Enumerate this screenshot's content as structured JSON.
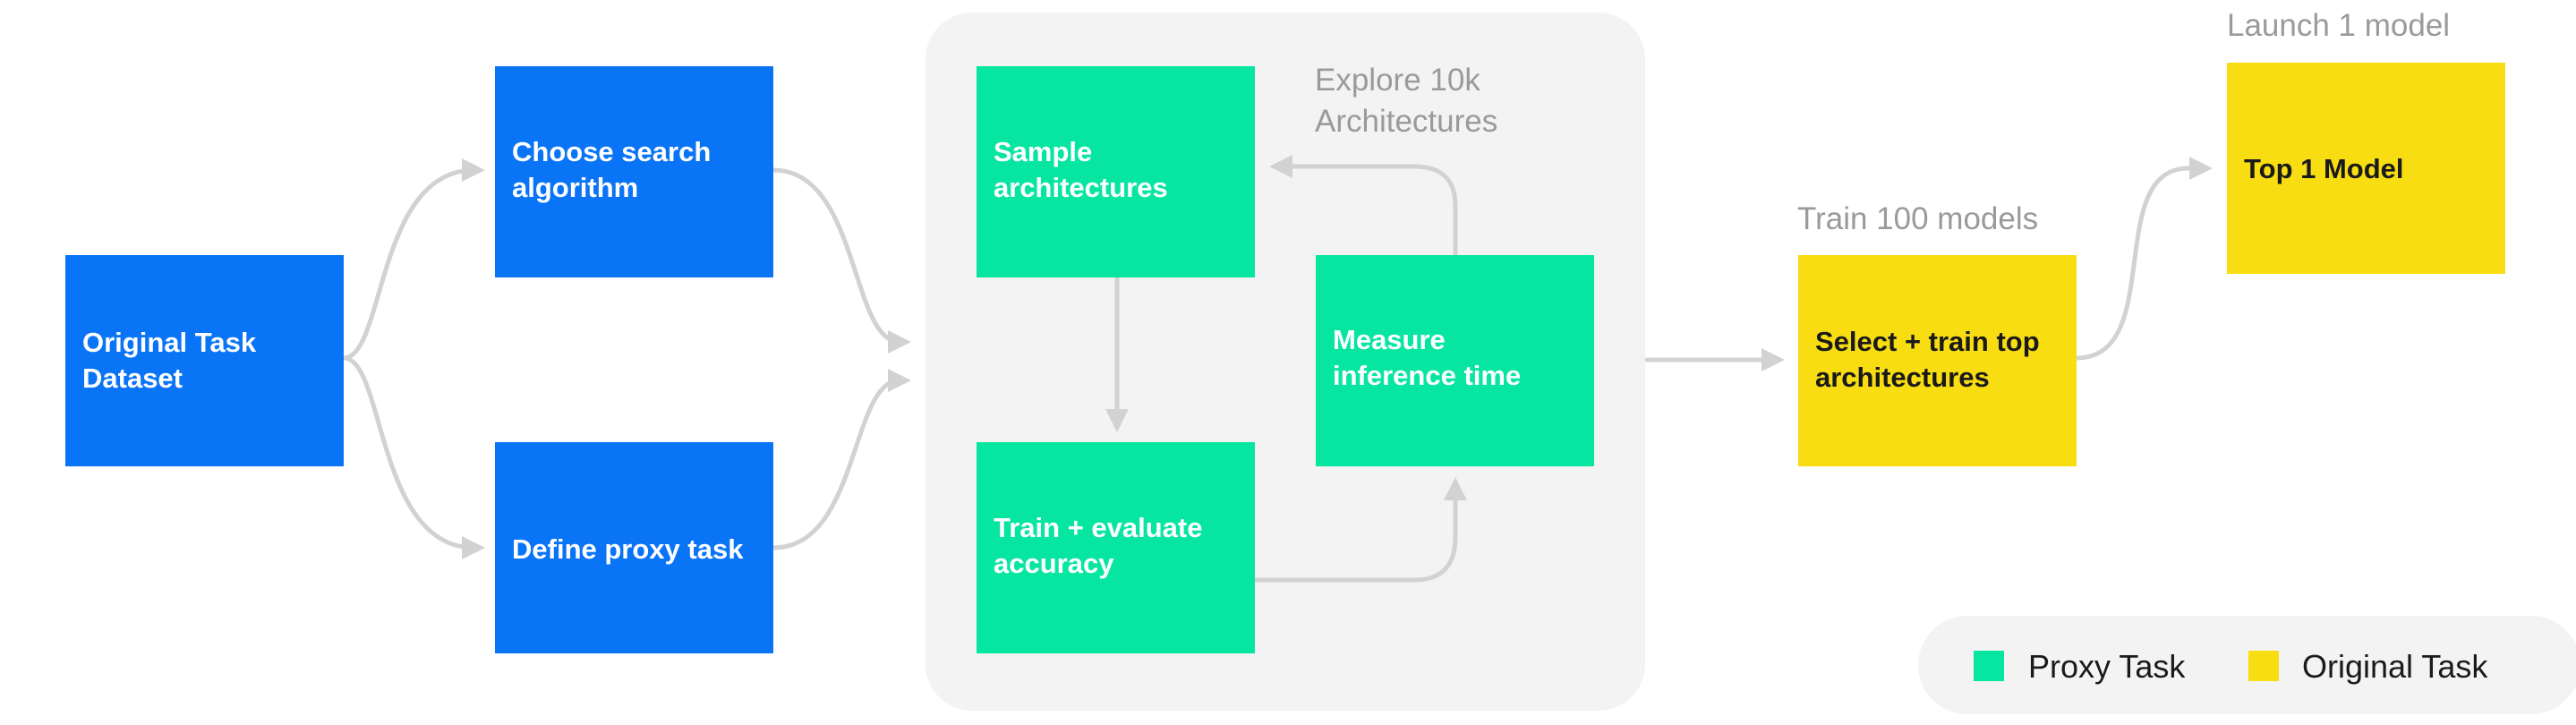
{
  "colors": {
    "original_blue": "#0a74f6",
    "proxy_green": "#06e6a0",
    "original_yellow": "#f8dd12",
    "panel_gray": "#f3f3f3",
    "arrow_gray": "#d2d2d2",
    "caption_gray": "#9a9a9a",
    "white_text": "#ffffff",
    "dark_text": "#1a1a1a"
  },
  "nodes": {
    "original_dataset": {
      "line1": "Original Task",
      "line2": "Dataset"
    },
    "choose_search": {
      "line1": "Choose search",
      "line2": "algorithm"
    },
    "define_proxy": {
      "line1": "Define proxy task"
    },
    "sample_arch": {
      "line1": "Sample",
      "line2": "architectures"
    },
    "train_eval": {
      "line1": "Train + evaluate",
      "line2": "accuracy"
    },
    "measure_inference": {
      "line1": "Measure",
      "line2": "inference time"
    },
    "select_train": {
      "line1": "Select + train top",
      "line2": "architectures"
    },
    "top_model": {
      "line1": "Top 1 Model"
    }
  },
  "captions": {
    "explore": {
      "line1": "Explore 10k",
      "line2": "Architectures"
    },
    "train100": "Train 100 models",
    "launch": "Launch 1 model"
  },
  "legend": {
    "proxy": "Proxy Task",
    "original": "Original Task"
  }
}
